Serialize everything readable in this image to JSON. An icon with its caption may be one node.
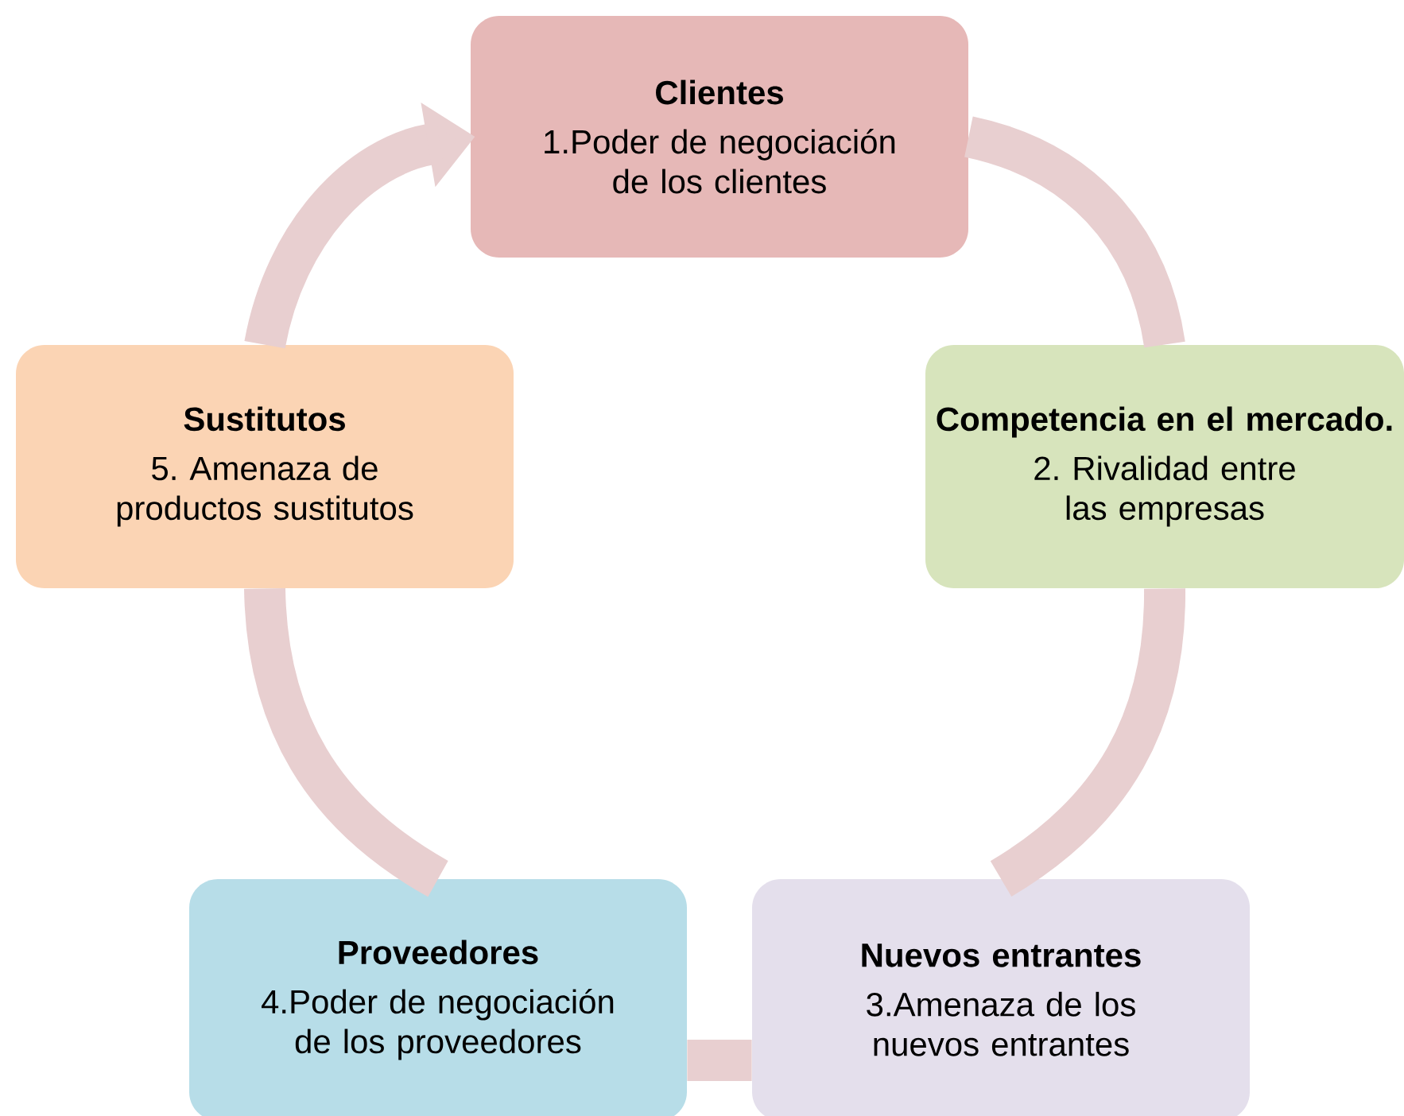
{
  "diagram": {
    "nodes": [
      {
        "text": [
          "Clientes",
          "1.Poder de negociación de los clientes"
        ]
      },
      {
        "text": [
          "Competencia en el mercado.",
          "2. Rivalidad entre las empresas"
        ]
      },
      {
        "text": [
          "Nuevos entrantes",
          "3.Amenaza de los nuevos entrantes"
        ]
      },
      {
        "text": [
          "Proveedores",
          "4.Poder de negociación de los proveedores"
        ]
      },
      {
        "text": [
          "Sustitutos",
          "5. Amenaza de productos sustitutos"
        ]
      }
    ],
    "edges": [
      {
        "from": 0,
        "to": 1,
        "arrow": "none"
      },
      {
        "from": 1,
        "to": 2,
        "arrow": "none"
      },
      {
        "from": 2,
        "to": 3,
        "arrow": "none"
      },
      {
        "from": 3,
        "to": 4,
        "arrow": "none"
      },
      {
        "from": 4,
        "to": 0,
        "arrow": "to"
      }
    ]
  }
}
